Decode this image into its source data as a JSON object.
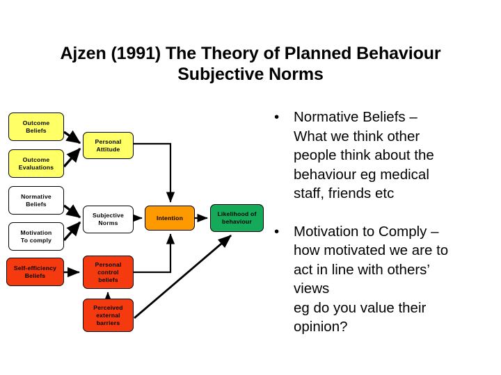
{
  "slide": {
    "title_line_1": "Ajzen (1991) The Theory of Planned Behaviour",
    "title_line_2": "Subjective Norms",
    "background": "#ffffff"
  },
  "colors": {
    "yellow": "#ffff66",
    "white": "#ffffff",
    "red": "#f63a10",
    "orange": "#ff9900",
    "green": "#14aa5a",
    "outline": "#000000",
    "text": "#000000"
  },
  "diagram": {
    "type": "flowchart",
    "nodes": [
      {
        "id": "outcome-beliefs",
        "label_line_1": "Outcome",
        "label_line_2": "Beliefs",
        "label_line_3": "",
        "color": "#ffff66"
      },
      {
        "id": "outcome-evaluations",
        "label_line_1": "Outcome",
        "label_line_2": "Evaluations",
        "label_line_3": "",
        "color": "#ffff66"
      },
      {
        "id": "normative-beliefs",
        "label_line_1": "Normative",
        "label_line_2": "Beliefs",
        "label_line_3": "",
        "color": "#ffffff"
      },
      {
        "id": "motivation-comply",
        "label_line_1": "Motivation",
        "label_line_2": "To comply",
        "label_line_3": "",
        "color": "#ffffff"
      },
      {
        "id": "self-efficiency",
        "label_line_1": "Self-efficiency",
        "label_line_2": "Beliefs",
        "label_line_3": "",
        "color": "#f63a10"
      },
      {
        "id": "personal-attitude",
        "label_line_1": "Personal",
        "label_line_2": "Attitude",
        "label_line_3": "",
        "color": "#ffff66"
      },
      {
        "id": "subjective-norms",
        "label_line_1": "Subjective",
        "label_line_2": "Norms",
        "label_line_3": "",
        "color": "#ffffff"
      },
      {
        "id": "personal-control",
        "label_line_1": "Personal",
        "label_line_2": "control",
        "label_line_3": "beliefs",
        "color": "#f63a10"
      },
      {
        "id": "perceived-barriers",
        "label_line_1": "Perceived",
        "label_line_2": "external",
        "label_line_3": "barriers",
        "color": "#f63a10"
      },
      {
        "id": "intention",
        "label_line_1": "Intention",
        "label_line_2": "",
        "label_line_3": "",
        "color": "#ff9900"
      },
      {
        "id": "likelihood",
        "label_line_1": "Likelihood of",
        "label_line_2": "behaviour",
        "label_line_3": "",
        "color": "#14aa5a"
      }
    ],
    "edges": [
      {
        "from": "outcome-beliefs",
        "to": "personal-attitude"
      },
      {
        "from": "outcome-evaluations",
        "to": "personal-attitude"
      },
      {
        "from": "normative-beliefs",
        "to": "subjective-norms"
      },
      {
        "from": "motivation-comply",
        "to": "subjective-norms"
      },
      {
        "from": "self-efficiency",
        "to": "personal-control"
      },
      {
        "from": "perceived-barriers",
        "to": "personal-control"
      },
      {
        "from": "personal-attitude",
        "to": "intention"
      },
      {
        "from": "subjective-norms",
        "to": "intention"
      },
      {
        "from": "personal-control",
        "to": "intention"
      },
      {
        "from": "intention",
        "to": "likelihood"
      },
      {
        "from": "perceived-barriers",
        "to": "likelihood"
      }
    ]
  },
  "bullets": [
    {
      "marker": "•",
      "line_1": "Normative Beliefs –",
      "line_2": "What we think other",
      "line_3": "people think about the",
      "line_4": "behaviour eg medical",
      "line_5": "staff, friends etc"
    },
    {
      "marker": "•",
      "line_1": "Motivation to Comply –",
      "line_2": "how motivated we are to",
      "line_3": "act in line with others’",
      "line_4": "views",
      "line_5": "eg do you value their",
      "line_6": "opinion?"
    }
  ]
}
